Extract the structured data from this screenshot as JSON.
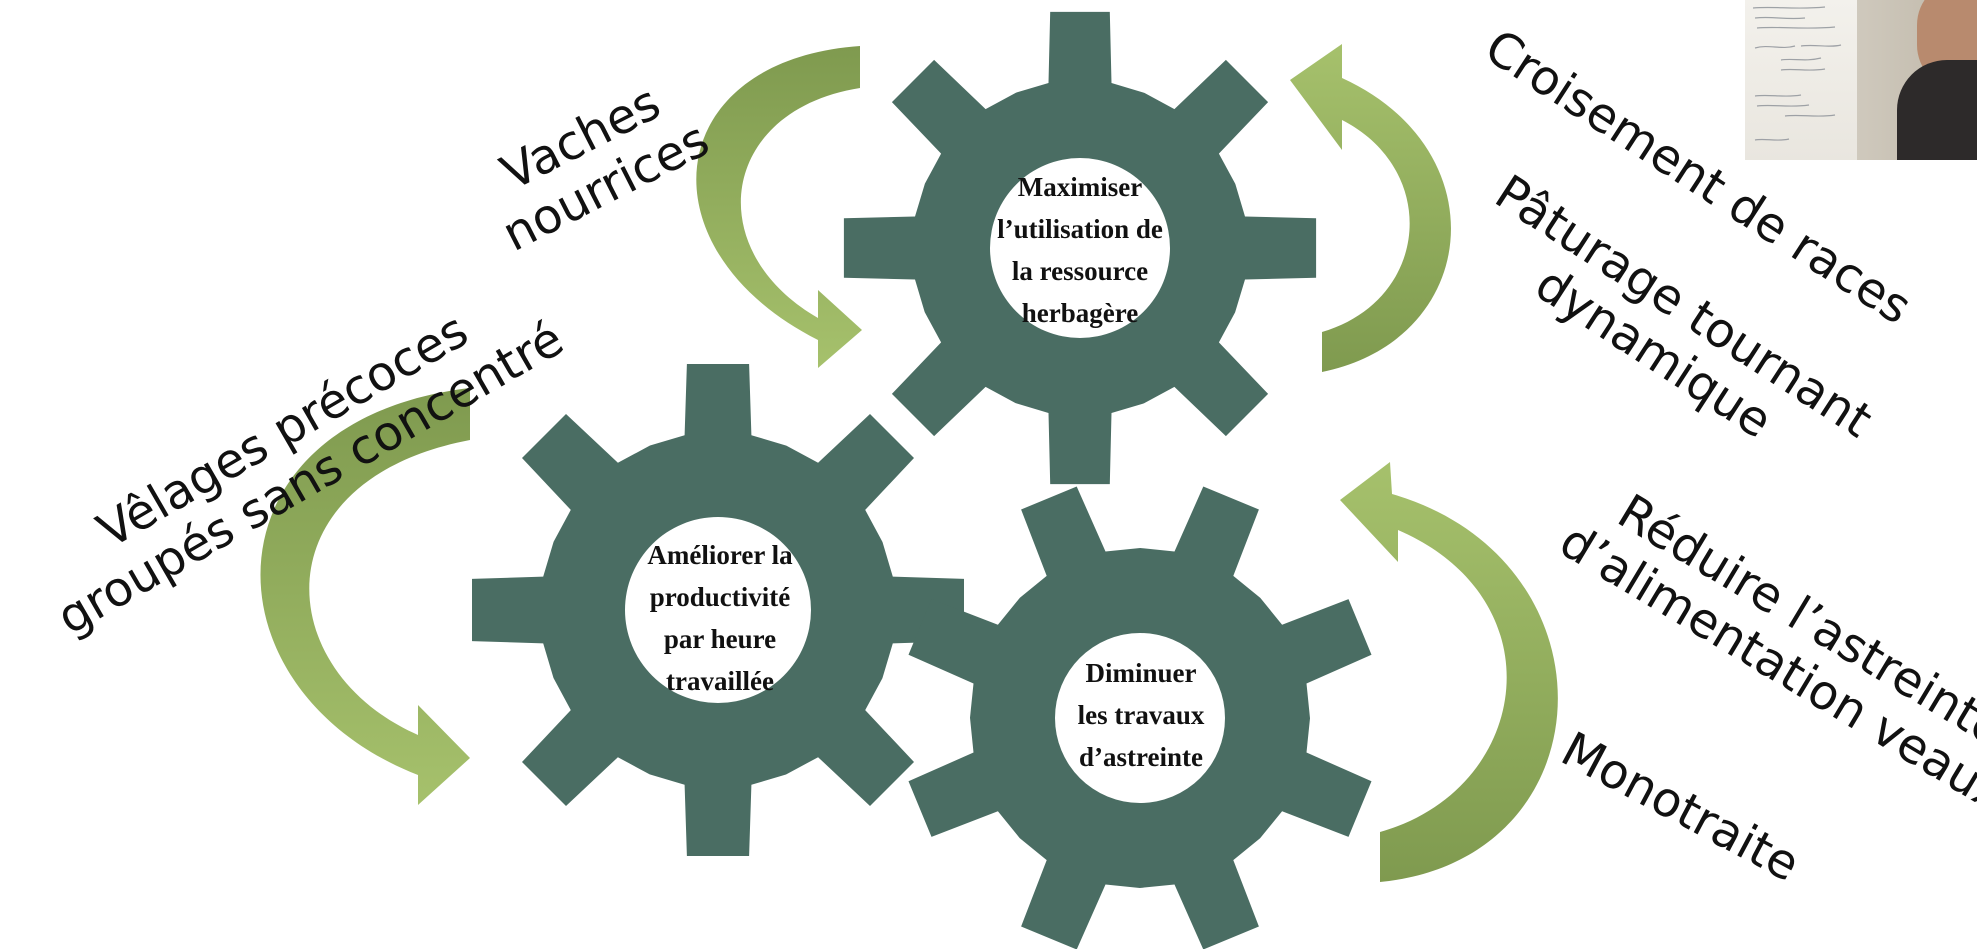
{
  "gears": [
    {
      "id": "top",
      "lines": [
        "Maximiser",
        "l’utilisation de",
        "la ressource",
        "herbagère"
      ]
    },
    {
      "id": "left",
      "lines": [
        "Améliorer la",
        "productivité",
        "par heure",
        "travaillée"
      ]
    },
    {
      "id": "right",
      "lines": [
        "Diminuer",
        "les travaux",
        "d’astreinte"
      ]
    }
  ],
  "practices": [
    {
      "id": "vaches",
      "lines": [
        "Vaches",
        "nourrices"
      ]
    },
    {
      "id": "velages",
      "lines": [
        "Vêlages précoces",
        "groupés sans concentré"
      ]
    },
    {
      "id": "croisement",
      "lines": [
        "Croisement de races"
      ]
    },
    {
      "id": "paturage",
      "lines": [
        "Pâturage tournant",
        "dynamique"
      ]
    },
    {
      "id": "reduire",
      "lines": [
        "Réduire l’astreinte",
        "d’alimentation veaux"
      ]
    },
    {
      "id": "monotraite",
      "lines": [
        "Monotraite"
      ]
    }
  ],
  "colors": {
    "gear": "#4a6d63",
    "arrow_light": "#a6c16c",
    "arrow_dark": "#7f9a4f"
  }
}
